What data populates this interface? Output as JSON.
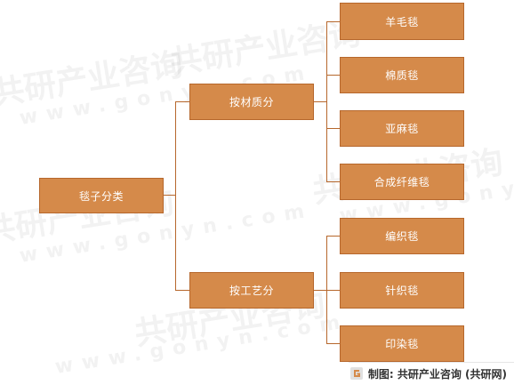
{
  "root": {
    "label": "毯子分类"
  },
  "branches": [
    {
      "label": "按材质分",
      "children": [
        "羊毛毯",
        "棉质毯",
        "亚麻毯",
        "合成纤维毯"
      ]
    },
    {
      "label": "按工艺分",
      "children": [
        "编织毯",
        "针织毯",
        "印染毯"
      ]
    }
  ],
  "watermark": {
    "brand": "共研产业咨询",
    "url": "www.gonyn.com"
  },
  "footer": {
    "text": "制图: 共研产业咨询 (共研网)"
  },
  "colors": {
    "node_fill": "#d58a4a",
    "node_border": "#b6672c",
    "node_text": "#ffffff",
    "connector": "#b6672c"
  }
}
